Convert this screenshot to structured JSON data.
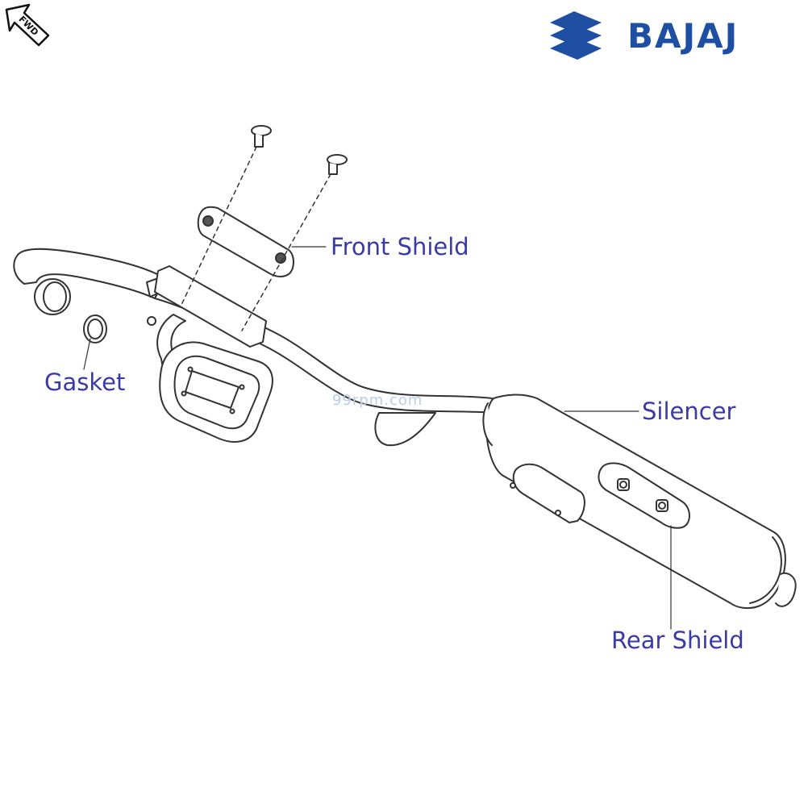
{
  "brand": {
    "name": "BAJAJ",
    "color": "#1f4fa3",
    "logo_icon": "bajaj-hexagon-logo-icon"
  },
  "direction_badge": {
    "text": "FWD",
    "icon": "fwd-arrow-icon"
  },
  "watermark": "99rpm.com",
  "label_color": "#3a3aa8",
  "parts": [
    {
      "id": "front-shield",
      "label": "Front Shield"
    },
    {
      "id": "gasket",
      "label": "Gasket"
    },
    {
      "id": "silencer",
      "label": "Silencer"
    },
    {
      "id": "rear-shield",
      "label": "Rear Shield"
    }
  ]
}
